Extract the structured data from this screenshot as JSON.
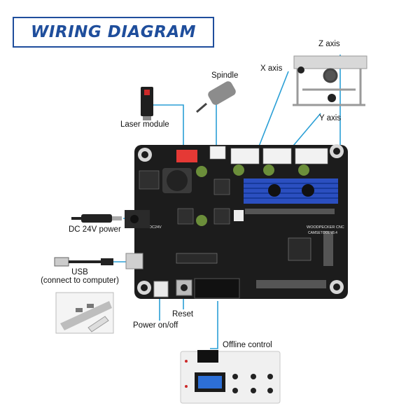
{
  "title": "WIRING DIAGRAM",
  "labels": {
    "z_axis": "Z axis",
    "x_axis": "X axis",
    "y_axis": "Y axis",
    "spindle": "Spindle",
    "laser_module": "Laser module",
    "dc_power": "DC 24V power",
    "usb": "USB",
    "usb_sub": "(connect to computer)",
    "reset": "Reset",
    "power_switch": "Power on/off",
    "offline_control": "Offline control"
  },
  "board_text": {
    "brand": "WOODPECKER CNC",
    "model": "CAMSETOOL v3.4",
    "dc_jack": "DC24V"
  },
  "colors": {
    "title": "#1f4e9c",
    "leader_line": "#2a9fd6",
    "board": "#1c1c1c",
    "heatsink": "#2b4fc0",
    "laser_connector": "#e53935"
  }
}
